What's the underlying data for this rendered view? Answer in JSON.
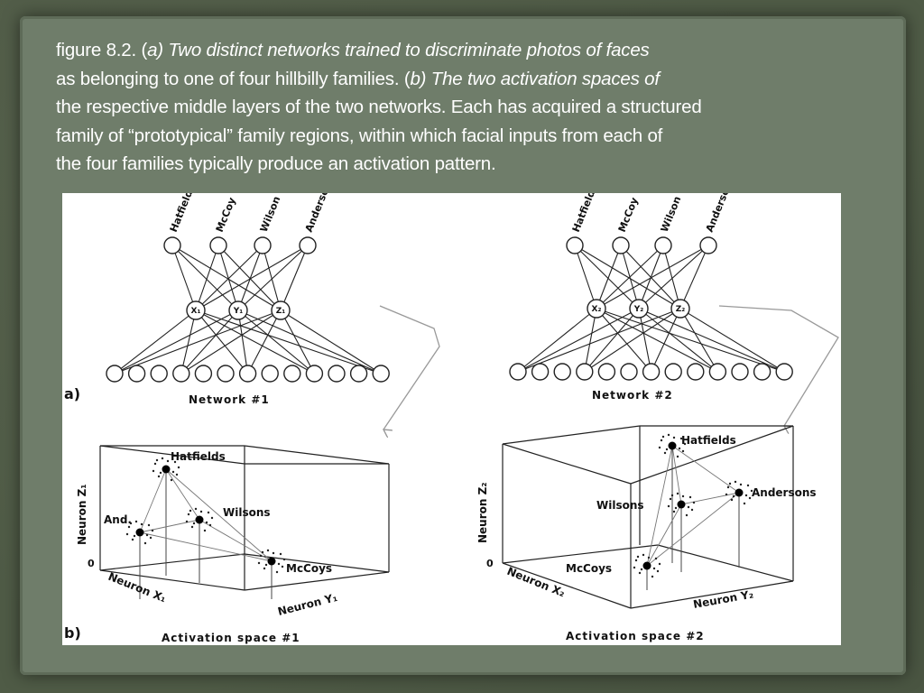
{
  "caption": {
    "line1_prefix": "figure 8.2. (",
    "line1_italic": "a) Two distinct networks trained to discriminate photos of faces",
    "line2_plain": "as belonging to one of four hillbilly families. (",
    "line2_italic": "b) The two activation spaces of",
    "line3": "the respective middle layers of the two networks. Each has acquired a structured",
    "line4": "family of “prototypical” family regions, within which facial inputs from each of",
    "line5": "the four families typically produce an activation pattern."
  },
  "figure": {
    "panel_a_label": "a)",
    "panel_b_label": "b)",
    "network1": {
      "title": "Network #1",
      "outputs": [
        "Hatfields",
        "McCoy",
        "Wilson",
        "Anderson"
      ],
      "hidden": [
        "X₁",
        "Y₁",
        "Z₁"
      ]
    },
    "network2": {
      "title": "Network #2",
      "outputs": [
        "Hatfields",
        "McCoy",
        "Wilson",
        "Anderson"
      ],
      "hidden": [
        "X₂",
        "Y₂",
        "Z₂"
      ]
    },
    "space1": {
      "title": "Activation space #1",
      "axis_z": "Neuron Z₁",
      "axis_x": "Neuron X₁",
      "axis_y": "Neuron Y₁",
      "origin": "0",
      "clusters": [
        "Hatfields",
        "And.",
        "Wilsons",
        "McCoys"
      ]
    },
    "space2": {
      "title": "Activation space #2",
      "axis_z": "Neuron Z₂",
      "axis_x": "Neuron X₂",
      "axis_y": "Neuron Y₂",
      "origin": "0",
      "clusters": [
        "Hatfields",
        "Wilsons",
        "Andersons",
        "McCoys"
      ]
    }
  }
}
